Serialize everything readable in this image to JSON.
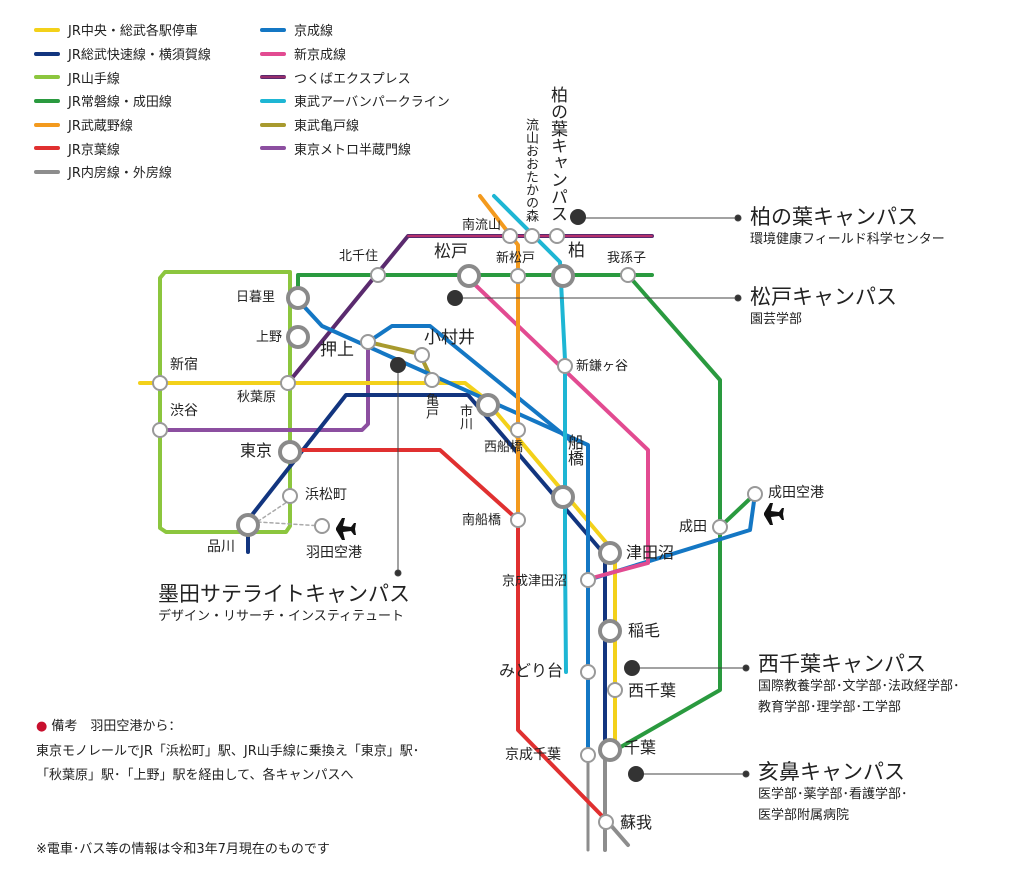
{
  "legend": {
    "col1": [
      {
        "label": "JR中央・総武各駅停車",
        "color": "#f3d11a"
      },
      {
        "label": "JR総武快速線・横須賀線",
        "color": "#12357f"
      },
      {
        "label": "JR山手線",
        "color": "#8cc63e"
      },
      {
        "label": "JR常磐線・成田線",
        "color": "#2a9a3f"
      },
      {
        "label": "JR武蔵野線",
        "color": "#f39a1e"
      },
      {
        "label": "JR京葉線",
        "color": "#e03030"
      },
      {
        "label": "JR内房線・外房線",
        "color": "#8d8d8d"
      }
    ],
    "col2": [
      {
        "label": "京成線",
        "color": "#1477c4"
      },
      {
        "label": "新京成線",
        "color": "#e24b91"
      },
      {
        "label": "つくばエクスプレス",
        "color": "#5a2a6e"
      },
      {
        "label": "東武アーバンパークライン",
        "color": "#1eb6d4"
      },
      {
        "label": "東武亀戸線",
        "color": "#a89a2e"
      },
      {
        "label": "東京メトロ半蔵門線",
        "color": "#8c4fa0"
      }
    ]
  },
  "stations": {
    "nagareyama_otakanomori": "流山おおたかの森",
    "kashiwanoha_campus": "柏の葉キャンパス",
    "minami_nagareyama": "南流山",
    "kashiwa": "柏",
    "shin_matsudo": "新松戸",
    "matsudo": "松戸",
    "kita_senju": "北千住",
    "abiko": "我孫子",
    "nippori": "日暮里",
    "ueno": "上野",
    "oshiage": "押上",
    "komurai": "小村井",
    "shin_kamagaya": "新鎌ヶ谷",
    "shinjuku": "新宿",
    "akihabara": "秋葉原",
    "kameido": "亀戸",
    "ichikawa": "市川",
    "shibuya": "渋谷",
    "nishi_funabashi": "西船橋",
    "tokyo": "東京",
    "funabashi": "船橋",
    "hamamatsucho": "浜松町",
    "narita_airport": "成田空港",
    "minami_funabashi": "南船橋",
    "narita": "成田",
    "shinagawa": "品川",
    "haneda_airport": "羽田空港",
    "tsudanuma": "津田沼",
    "keisei_tsudanuma": "京成津田沼",
    "inage": "稲毛",
    "midoridai": "みどり台",
    "nishi_chiba": "西千葉",
    "keisei_chiba": "京成千葉",
    "chiba": "千葉",
    "soga": "蘇我"
  },
  "campuses": {
    "kashiwanoha": {
      "name": "柏の葉キャンパス",
      "sub": [
        "環境健康フィールド科学センター"
      ]
    },
    "matsudo": {
      "name": "松戸キャンパス",
      "sub": [
        "園芸学部"
      ]
    },
    "sumida": {
      "name": "墨田サテライトキャンパス",
      "sub": [
        "デザイン・リサーチ・インスティテュート"
      ]
    },
    "nishichiba": {
      "name": "西千葉キャンパス",
      "sub": [
        "国際教養学部･文学部･法政経学部･",
        "教育学部･理学部･工学部"
      ]
    },
    "inohana": {
      "name": "亥鼻キャンパス",
      "sub": [
        "医学部･薬学部･看護学部･",
        "医学部附属病院"
      ]
    }
  },
  "notes": {
    "bullet_title": "備考　羽田空港から：",
    "line1": "東京モノレールでJR「浜松町」駅、JR山手線に乗換え「東京」駅･",
    "line2": "「秋葉原」駅･「上野」駅を経由して、各キャンパスへ",
    "footnote": "※電車･バス等の情報は令和3年7月現在のものです"
  }
}
